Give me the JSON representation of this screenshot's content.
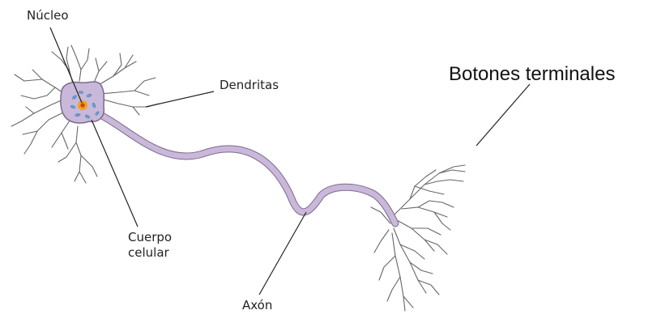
{
  "labels": {
    "nucleo": "Núcleo",
    "dendritas": "Dendritas",
    "cuerpo_line1": "Cuerpo",
    "cuerpo_line2": "celular",
    "axon": "Axón",
    "botones": "Botones terminales"
  },
  "colors": {
    "membrane_fill": "#c9b8d9",
    "membrane_stroke": "#7c6a8e",
    "nucleus_outer": "#f0a21a",
    "nucleus_inner": "#c8421a",
    "organelles": "#6a9fd4",
    "dendrite": "#555555",
    "leader": "#222222"
  }
}
